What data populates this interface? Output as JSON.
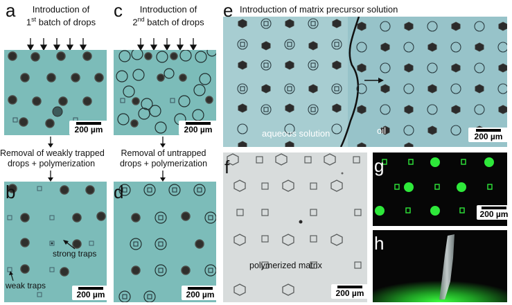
{
  "panels": {
    "a": {
      "letter": "a",
      "caption_line1": "Introduction of",
      "caption_line2_sup": "st",
      "caption_line2_num": "1",
      "caption_line2_rest": " batch of drops",
      "scale": "200 µm"
    },
    "c": {
      "letter": "c",
      "caption_line1": "Introduction of",
      "caption_line2_num": "2",
      "caption_line2_sup": "nd",
      "caption_line2_rest": " batch of drops",
      "scale": "200 µm"
    },
    "b": {
      "letter": "b",
      "step_line1": "Removal of weakly trapped",
      "step_line2": "drops + polymerization",
      "strong_label": "strong traps",
      "weak_label": "weak traps",
      "scale": "200 µm"
    },
    "d": {
      "letter": "d",
      "step_line1": "Removal of untrapped",
      "step_line2": "drops + polymerization",
      "scale": "200 µm"
    },
    "e": {
      "letter": "e",
      "title": "Introduction of matrix precursor solution",
      "aqueous_label": "aqueous solution",
      "oil_label": "oil",
      "scale": "200 µm"
    },
    "f": {
      "letter": "f",
      "label": "polymerized matrix",
      "scale": "200 µm"
    },
    "g": {
      "letter": "g",
      "scale": "200 µm"
    },
    "h": {
      "letter": "h"
    }
  },
  "colors": {
    "aqueous_bg": "#7cbcb9",
    "panel_e_bg": "#97c3c9",
    "panel_f_bg": "#d8dcdc",
    "fluor_green": "#2ee83a",
    "dark_bg": "#060606"
  }
}
